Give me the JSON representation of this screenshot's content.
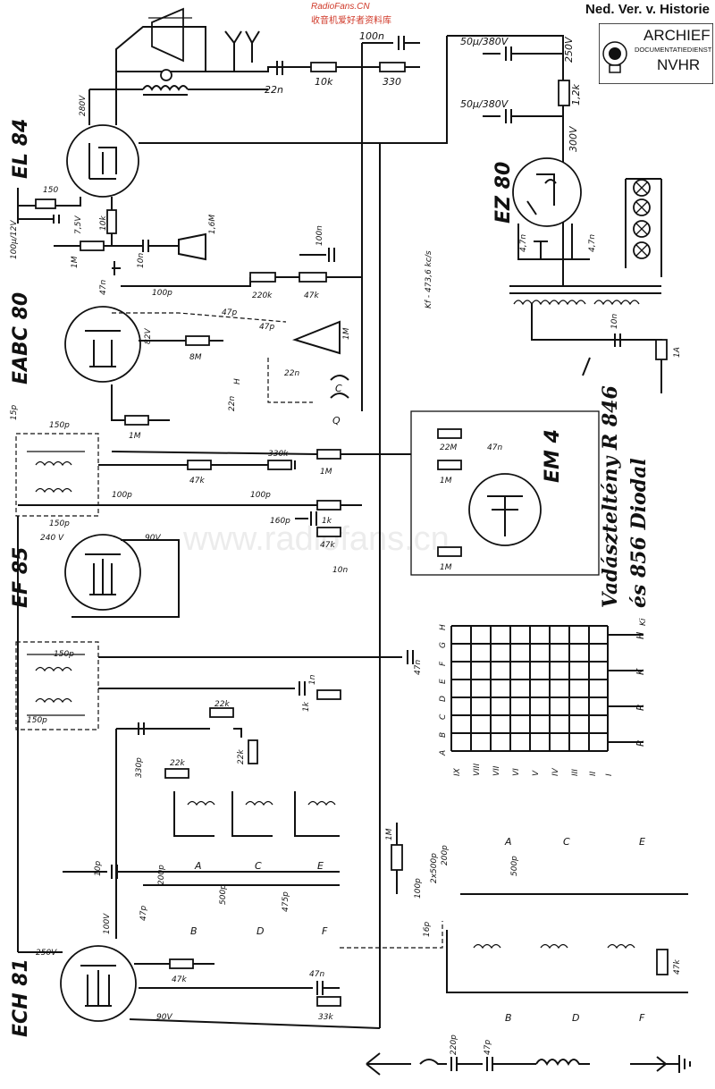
{
  "header": {
    "organization": "Ned. Ver. v. Historie",
    "watermark_top": "RadioFans.CN",
    "watermark_top_cn": "收音机爱好者资料库",
    "watermark_center": "www.radiofans.cn"
  },
  "archive_stamp": {
    "title": "ARCHIEF",
    "subtitle": "DOCUMENTATIEDIENST",
    "abbreviation": "NVHR"
  },
  "title": {
    "line1": "Vadászteltény R 846",
    "line2": "és 856 Diodal",
    "note": "Ki"
  },
  "tubes": [
    {
      "name": "EL 84"
    },
    {
      "name": "EABC 80"
    },
    {
      "name": "EF 85"
    },
    {
      "name": "ECH 81"
    },
    {
      "name": "EZ 80"
    },
    {
      "name": "EM 4"
    }
  ],
  "if_note": "Kf - 473,6 kc/s",
  "labels": {
    "v280": "280V",
    "v250": "250V",
    "v300": "300V",
    "v240": "240 V",
    "v90a": "90V",
    "v82": "82V",
    "v100": "100V",
    "v250b": "250V",
    "v90b": "90V",
    "v7_5": "7,5V",
    "c50u1": "50µ/380V",
    "c50u2": "50µ/380V",
    "r12k": "1,2k",
    "c100n_top": "100n",
    "c22n_top": "22n",
    "r10k_top": "10k",
    "r330": "330",
    "r150": "150",
    "c100u": "100µ/12V",
    "r10k": "10k",
    "r1m_a": "1M",
    "c10n": "10n",
    "p16m": "1,6M",
    "c47n": "47n",
    "c100n_b": "100n",
    "c100p": "100p",
    "r220k": "220k",
    "r47k": "47k",
    "r8m": "8M",
    "c47p": "47p",
    "p1m": "1M",
    "c22n_b": "22n",
    "c22n_c": "22n",
    "c15p": "15p",
    "c150p_a": "150p",
    "r1m_b": "1M",
    "r47k_b": "47k",
    "r330k": "330k",
    "c100p_b": "100p",
    "c100p_c": "100p",
    "r1m_c": "1M",
    "r22m": "22M",
    "c47n_b": "47n",
    "r1m_d": "1M",
    "c150p_b": "150p",
    "c160p": "160p",
    "r1k": "1k",
    "r47k_c": "47k",
    "c10n_b": "10n",
    "r1m_e": "1M",
    "c47n_c": "47n",
    "c150p_c": "150p",
    "c1n": "1n",
    "r1k_b": "1k",
    "c150p_d": "150p",
    "r22k": "22k",
    "c330p": "330p",
    "r22k_b": "22k",
    "r22k_c": "22k",
    "c10p": "10p",
    "c200p": "200p",
    "c47p_b": "47p",
    "c500p": "500p",
    "c475p": "475p",
    "r47k_d": "47k",
    "c47n_d": "47n",
    "r33k": "33k",
    "r1m_f": "1M",
    "c100p_d": "100p",
    "c2x500": "2x500p",
    "c200p_b": "200p",
    "c500p_b": "500p",
    "c16p": "16p",
    "r47k_e": "47k",
    "c220p": "220p",
    "c47p_c": "47p",
    "c4_7n_a": "4,7n",
    "c4_7n_b": "4,7n",
    "c10n_c": "10n",
    "fuse": "1A",
    "band_h": "H",
    "band_k": "K",
    "band_r": "R",
    "band_r2": "R",
    "sw_a": "A",
    "sw_b": "B",
    "sw_c": "C",
    "sw_d": "D",
    "sw_e": "E",
    "sw_f": "F",
    "sw_h": "H",
    "sw_q": "Q",
    "sw_c2": "C"
  },
  "switch_matrix": {
    "columns": [
      "A",
      "B",
      "C",
      "D",
      "E",
      "F",
      "G",
      "H"
    ],
    "rows": [
      "IX",
      "VIII",
      "VII",
      "VI",
      "V",
      "IV",
      "III",
      "II",
      "I"
    ]
  }
}
